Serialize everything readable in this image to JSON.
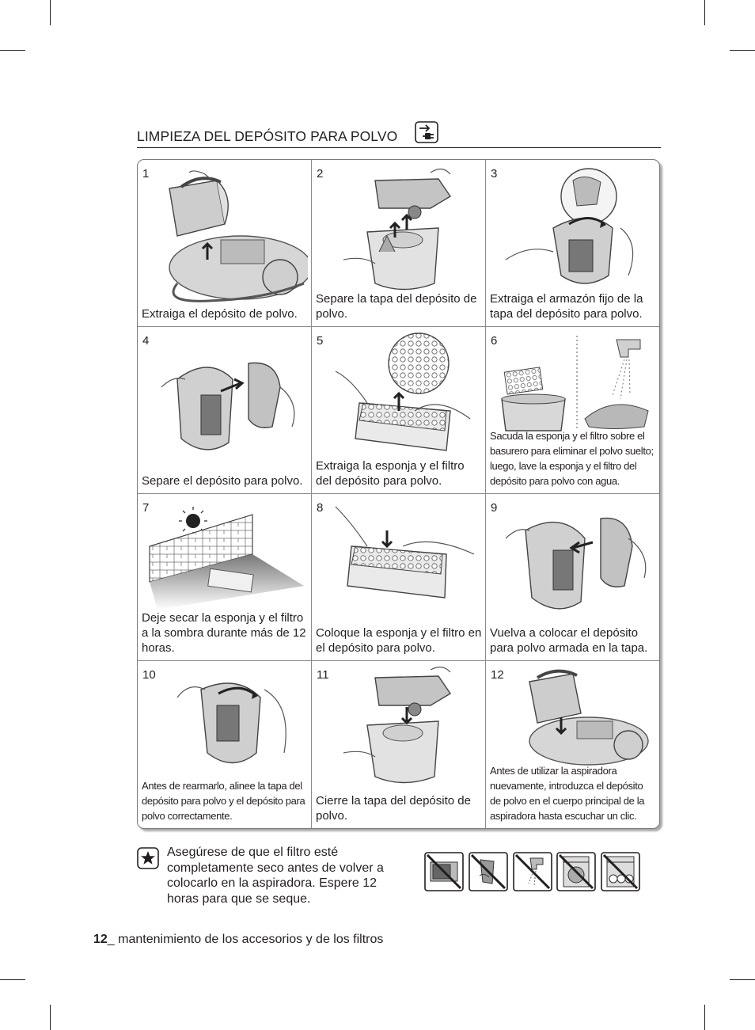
{
  "section": {
    "title": "LIMPIEZA DEL DEPÓSITO PARA POLVO",
    "icon": "unplug-icon"
  },
  "steps": [
    {
      "number": "1",
      "caption": "Extraiga el depósito de polvo.",
      "illustration": "lift-dust-bin-illustration"
    },
    {
      "number": "2",
      "caption": "Separe la tapa del depósito de polvo.",
      "illustration": "separate-lid-illustration"
    },
    {
      "number": "3",
      "caption": "Extraiga el armazón fijo de la tapa del depósito para polvo.",
      "illustration": "remove-frame-illustration"
    },
    {
      "number": "4",
      "caption": "Separe el depósito para polvo.",
      "illustration": "separate-bin-illustration"
    },
    {
      "number": "5",
      "caption": "Extraiga la esponja y el filtro del depósito para polvo.",
      "illustration": "remove-sponge-illustration"
    },
    {
      "number": "6",
      "caption": "Sacuda la esponja y el filtro sobre el basurero para eliminar el polvo suelto; luego, lave la esponja y el filtro del depósito para polvo con agua.",
      "illustration": "wash-filter-illustration"
    },
    {
      "number": "7",
      "caption": "Deje secar la esponja y el filtro a la sombra durante más de 12 horas.",
      "illustration": "dry-in-shade-illustration"
    },
    {
      "number": "8",
      "caption": "Coloque la esponja y el filtro en el depósito para polvo.",
      "illustration": "insert-sponge-illustration"
    },
    {
      "number": "9",
      "caption": "Vuelva a colocar el depósito para polvo armada en la tapa.",
      "illustration": "reattach-bin-illustration"
    },
    {
      "number": "10",
      "caption": "Antes de rearmarlo, alinee la tapa del depósito para polvo y el depósito para polvo correctamente.",
      "illustration": "align-lid-illustration"
    },
    {
      "number": "11",
      "caption": "Cierre la tapa del depósito de polvo.",
      "illustration": "close-lid-illustration"
    },
    {
      "number": "12",
      "caption": "Antes de utilizar la aspiradora nuevamente, introduzca el depósito de polvo en el cuerpo principal de la aspiradora hasta escuchar un clic.",
      "illustration": "insert-bin-illustration"
    }
  ],
  "note": {
    "icon": "star-note-icon",
    "text": "Asegúrese de que el filtro esté completamente seco antes de volver a colocarlo en la aspiradora. Espere 12 horas para que se seque."
  },
  "prohibited_icons": [
    "no-microwave-icon",
    "no-hair-dryer-icon",
    "no-heater-icon",
    "no-washing-machine-icon",
    "no-dishwasher-icon"
  ],
  "footer": {
    "page_number": "12",
    "text": "_ mantenimiento de los accesorios y de los filtros"
  }
}
